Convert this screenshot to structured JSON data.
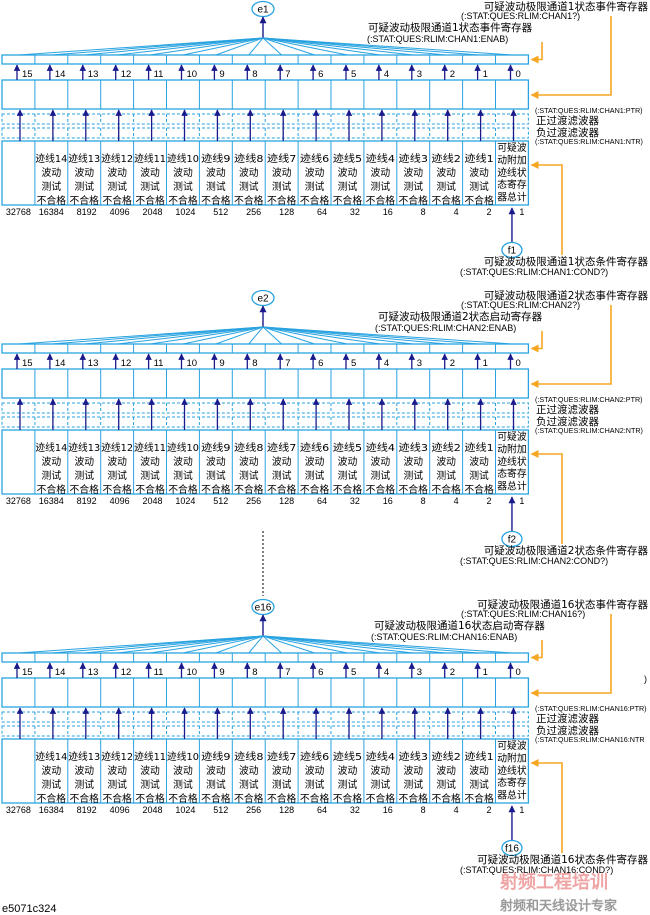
{
  "figure_id": "e5071c324",
  "colors": {
    "register_line": "#29a3e0",
    "arrow": "#1a1a8c",
    "feedback": "#f5a623",
    "text": "#000000"
  },
  "bit_numbers": [
    "15",
    "14",
    "13",
    "12",
    "11",
    "10",
    "9",
    "8",
    "7",
    "6",
    "5",
    "4",
    "3",
    "2",
    "1",
    "0"
  ],
  "bit_weights": [
    "32768",
    "16384",
    "8192",
    "4096",
    "2048",
    "1024",
    "512",
    "256",
    "128",
    "64",
    "32",
    "16",
    "8",
    "4",
    "2",
    "1"
  ],
  "condition_cells": [
    {
      "lines": []
    },
    {
      "lines": [
        "迹线14",
        "波动",
        "测试",
        "不合格"
      ]
    },
    {
      "lines": [
        "迹线13",
        "波动",
        "测试",
        "不合格"
      ]
    },
    {
      "lines": [
        "迹线12",
        "波动",
        "测试",
        "不合格"
      ]
    },
    {
      "lines": [
        "迹线11",
        "波动",
        "测试",
        "不合格"
      ]
    },
    {
      "lines": [
        "迹线10",
        "波动",
        "测试",
        "不合格"
      ]
    },
    {
      "lines": [
        "迹线9",
        "波动",
        "测试",
        "不合格"
      ]
    },
    {
      "lines": [
        "迹线8",
        "波动",
        "测试",
        "不合格"
      ]
    },
    {
      "lines": [
        "迹线7",
        "波动",
        "测试",
        "不合格"
      ]
    },
    {
      "lines": [
        "迹线6",
        "波动",
        "测试",
        "不合格"
      ]
    },
    {
      "lines": [
        "迹线5",
        "波动",
        "测试",
        "不合格"
      ]
    },
    {
      "lines": [
        "迹线4",
        "波动",
        "测试",
        "不合格"
      ]
    },
    {
      "lines": [
        "迹线3",
        "波动",
        "测试",
        "不合格"
      ]
    },
    {
      "lines": [
        "迹线2",
        "波动",
        "测试",
        "不合格"
      ]
    },
    {
      "lines": [
        "迹线1",
        "波动",
        "测试",
        "不合格"
      ]
    },
    {
      "lines": [
        "可疑波",
        "动附加",
        "迹线状",
        "态寄存",
        "器总计"
      ]
    }
  ],
  "filters": {
    "positive": "正过渡滤波器",
    "negative": "负过渡滤波器"
  },
  "blocks": [
    {
      "summary_node": "e1",
      "condition_node": "f1",
      "event_register": {
        "name": "可疑波动极限通道1状态事件寄存器",
        "cmd": "(:STAT:QUES:RLIM:CHAN1?)"
      },
      "enable_register": {
        "name": "可疑波动极限通道1状态事件寄存器",
        "cmd": "(:STAT:QUES:RLIM:CHAN1:ENAB)"
      },
      "ptr_cmd": "(:STAT:QUES:RLIM:CHAN1:PTR)",
      "ntr_cmd": "(:STAT:QUES:RLIM:CHAN1:NTR)",
      "condition_register": {
        "name": "可疑波动极限通道1状态条件寄存器",
        "cmd": "(:STAT:QUES:RLIM:CHAN1:COND?)"
      }
    },
    {
      "summary_node": "e2",
      "condition_node": "f2",
      "event_register": {
        "name": "可疑波动极限通道2状态事件寄存器",
        "cmd": "(:STAT:QUES:RLIM:CHAN2?)"
      },
      "enable_register": {
        "name": "可疑波动极限通道2状态启动寄存器",
        "cmd": "(:STAT:QUES:RLIM:CHAN2:ENAB)"
      },
      "ptr_cmd": "(:STAT:QUES:RLIM:CHAN2:PTR)",
      "ntr_cmd": "(:STAT:QUES:RLIM:CHAN2:NTR)",
      "condition_register": {
        "name": "可疑波动极限通道2状态条件寄存器",
        "cmd": "(:STAT:QUES:RLIM:CHAN2:COND?)"
      }
    },
    {
      "summary_node": "e16",
      "condition_node": "f16",
      "event_register": {
        "name": "可疑波动极限通道16状态事件寄存器",
        "cmd": "(:STAT:QUES:RLIM:CHAN16?)"
      },
      "enable_register": {
        "name": "可疑波动极限通道16状态启动寄存器",
        "cmd": "(:STAT:QUES:RLIM:CHAN16:ENAB)"
      },
      "ptr_cmd": "(:STAT:QUES:RLIM:CHAN16:PTR)",
      "ntr_cmd": "(:STAT:QUES:RLIM:CHAN16:NTR",
      "condition_register": {
        "name": "可疑波动极限通道16状态条件寄存器",
        "cmd": "(:STAT:QUES:RLIM:CHAN16:COND?)"
      }
    }
  ],
  "stray_mark": ")",
  "watermark": {
    "top": "射频工程培训",
    "bottom": "射频和天线设计专家"
  }
}
